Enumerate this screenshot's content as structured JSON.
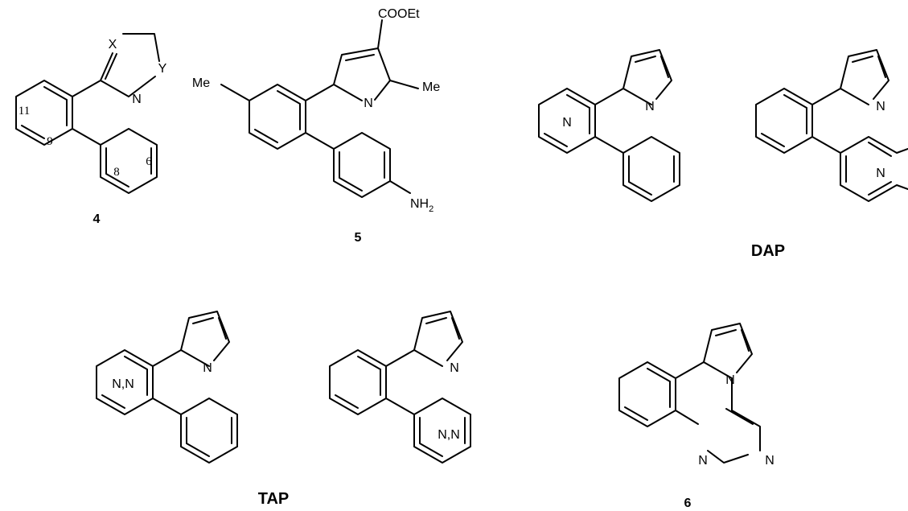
{
  "labels": {
    "X": "X",
    "Y": "Y",
    "N": "N",
    "n11": "11",
    "n9": "9",
    "n8": "8",
    "n6": "6",
    "COOEt": "COOEt",
    "Me": "Me",
    "NH": "NH",
    "sub2": "2",
    "NN": "N,N"
  },
  "captions": {
    "c4": "4",
    "c5": "5",
    "dap": "DAP",
    "tap": "TAP",
    "c6": "6"
  },
  "colors": {
    "ink": "#000000",
    "background": "#ffffff"
  }
}
